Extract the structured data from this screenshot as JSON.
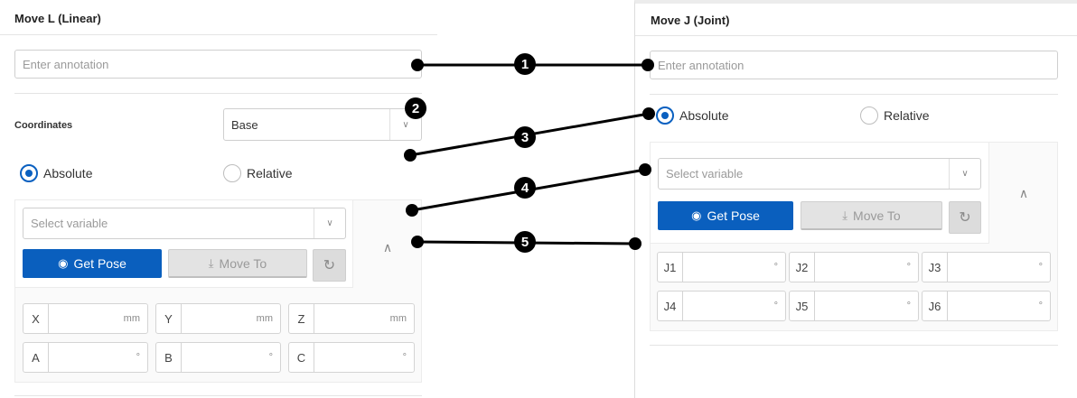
{
  "left": {
    "title": "Move L (Linear)",
    "annotation_placeholder": "Enter annotation",
    "coordinates_label": "Coordinates",
    "coordinates_value": "Base",
    "absolute_label": "Absolute",
    "relative_label": "Relative",
    "absolute_checked": true,
    "variable_placeholder": "Select variable",
    "get_pose_label": "Get Pose",
    "move_to_label": "Move To",
    "fields": [
      {
        "label": "X",
        "unit": "mm"
      },
      {
        "label": "Y",
        "unit": "mm"
      },
      {
        "label": "Z",
        "unit": "mm"
      },
      {
        "label": "A",
        "unit": "°"
      },
      {
        "label": "B",
        "unit": "°"
      },
      {
        "label": "C",
        "unit": "°"
      }
    ]
  },
  "right": {
    "title": "Move J (Joint)",
    "annotation_placeholder": "Enter annotation",
    "absolute_label": "Absolute",
    "relative_label": "Relative",
    "absolute_checked": true,
    "variable_placeholder": "Select variable",
    "get_pose_label": "Get Pose",
    "move_to_label": "Move To",
    "fields": [
      {
        "label": "J1",
        "unit": "°"
      },
      {
        "label": "J2",
        "unit": "°"
      },
      {
        "label": "J3",
        "unit": "°"
      },
      {
        "label": "J4",
        "unit": "°"
      },
      {
        "label": "J5",
        "unit": "°"
      },
      {
        "label": "J6",
        "unit": "°"
      }
    ]
  },
  "callouts": [
    "1",
    "2",
    "3",
    "4",
    "5"
  ],
  "colors": {
    "accent": "#0a5fbe",
    "connector": "#000000"
  },
  "icons": {
    "get_pose": "target-icon",
    "move_to": "arrow-down-icon",
    "refresh": "refresh-icon",
    "dropdown": "chevron-down-icon",
    "collapse": "chevron-up-icon"
  }
}
